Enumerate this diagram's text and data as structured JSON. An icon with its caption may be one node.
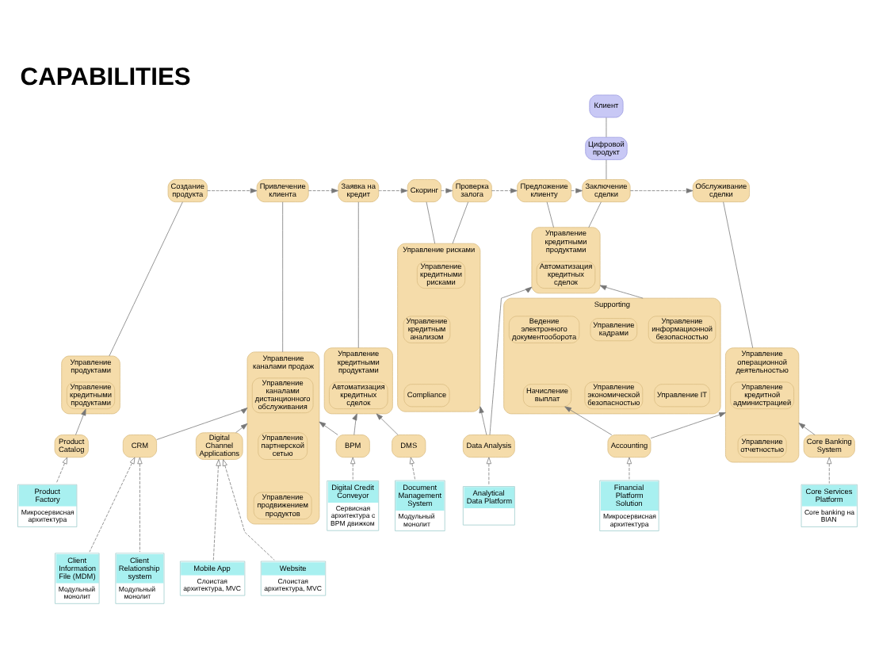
{
  "diagram": {
    "title": "CAPABILITIES",
    "nodes": [
      {
        "text": [
          "Клиент"
        ]
      },
      {
        "text": [
          "Цифровой продукт"
        ]
      },
      {
        "text": [
          "Создание продукта"
        ]
      },
      {
        "text": [
          "Привлечение клиента"
        ]
      },
      {
        "text": [
          "Заявка на кредит"
        ]
      },
      {
        "text": [
          "Скоринг"
        ]
      },
      {
        "text": [
          "Проверка залога"
        ]
      },
      {
        "text": [
          "Предложение клиенту"
        ]
      },
      {
        "text": [
          "Заключение сделки"
        ]
      },
      {
        "text": [
          "Обслуживание сделки"
        ]
      },
      {
        "text": [
          "Управление продуктами"
        ]
      },
      {
        "text": [
          "Управление кредитными продуктами"
        ],
        "in": 10
      },
      {
        "text": [
          "Управление каналами продаж"
        ]
      },
      {
        "text": [
          "Управление каналами дистанционного обслуживания"
        ],
        "in": 12
      },
      {
        "text": [
          "Управление партнерской сетью"
        ],
        "in": 12
      },
      {
        "text": [
          "Управление продвижением продуктов"
        ],
        "in": 12
      },
      {
        "text": [
          "Управление кредитными продуктами"
        ]
      },
      {
        "text": [
          "Автоматизация кредитных сделок"
        ],
        "in": 16
      },
      {
        "text": [
          "Управление рисками"
        ]
      },
      {
        "text": [
          "Управление кредитными рисками"
        ],
        "in": 18
      },
      {
        "text": [
          "Управление кредитным анализом"
        ],
        "in": 18
      },
      {
        "text": [
          "Compliance"
        ],
        "in": 18
      },
      {
        "text": [
          "Управление кредитными продуктами"
        ]
      },
      {
        "text": [
          "Автоматизация кредитных сделок"
        ],
        "in": 22
      },
      {
        "text": [
          "Управление операционной деятельностью"
        ]
      },
      {
        "text": [
          "Управление кредитной администрацией"
        ],
        "in": 24
      },
      {
        "text": [
          "Управление отчетностью"
        ],
        "in": 24
      },
      {
        "text": [
          "Supporting"
        ]
      },
      {
        "text": [
          "Управление информационной безопасностью"
        ],
        "in": 27
      },
      {
        "text": [
          "Управление кадрами"
        ],
        "in": 27
      },
      {
        "text": [
          "Ведение электронного документооборота"
        ],
        "in": 27
      },
      {
        "text": [
          "Управление IT"
        ],
        "in": 27
      },
      {
        "text": [
          "Управление экономической безопасностью"
        ],
        "in": 27
      },
      {
        "text": [
          "Начисление выплат"
        ],
        "in": 27
      },
      {
        "text": [
          "Product Catalog"
        ]
      },
      {
        "text": [
          "CRM"
        ]
      },
      {
        "text": [
          "DMS"
        ]
      },
      {
        "text": [
          "BPM"
        ]
      },
      {
        "text": [
          "Data Analysis"
        ]
      },
      {
        "text": [
          "Digital Channel Applications"
        ]
      },
      {
        "text": [
          "Accounting"
        ]
      },
      {
        "text": [
          "Core Banking System"
        ]
      },
      {
        "text": [
          "Product Factory",
          "Микросервисная архитектура"
        ]
      },
      {
        "text": [
          "Client Relationship system",
          "Модульный монолит"
        ]
      },
      {
        "text": [
          "Client Information File (MDM)",
          "Модульный монолит"
        ]
      },
      {
        "text": [
          "Document Management System",
          "Модульный монолит"
        ]
      },
      {
        "text": [
          "Digital Credit Conveyor",
          "Сервисная архитектура с BPM движком"
        ]
      },
      {
        "text": [
          "Analytical Data Platform"
        ]
      },
      {
        "text": [
          "Website",
          "Слоистая архитектура, MVC"
        ]
      },
      {
        "text": [
          "Mobile App",
          "Слоистая архитектура, MVC"
        ]
      },
      {
        "text": [
          "Financial Platform Solution",
          "Микросервисная архитектура"
        ]
      },
      {
        "text": [
          "Core Services Platform",
          "Core banking на BIAN"
        ]
      }
    ],
    "edges": [
      {
        "from": 0,
        "to": 1,
        "arrow": "none"
      },
      {
        "from": 1,
        "to": 8,
        "arrow": "none"
      },
      {
        "from": 2,
        "to": 3,
        "arrow": "to",
        "style": "dashed"
      },
      {
        "from": 3,
        "to": 4,
        "arrow": "to",
        "style": "dashed"
      },
      {
        "from": 4,
        "to": 5,
        "arrow": "to",
        "style": "dashed"
      },
      {
        "from": 5,
        "to": 6,
        "arrow": "to",
        "style": "dashed"
      },
      {
        "from": 6,
        "to": 7,
        "arrow": "to",
        "style": "dashed"
      },
      {
        "from": 7,
        "to": 8,
        "arrow": "to",
        "style": "dashed"
      },
      {
        "from": 8,
        "to": 9,
        "arrow": "to",
        "style": "dashed"
      },
      {
        "from": 2,
        "to": 10,
        "arrow": "none"
      },
      {
        "from": 3,
        "to": 12,
        "arrow": "none"
      },
      {
        "from": 4,
        "to": 16,
        "arrow": "none"
      },
      {
        "from": 5,
        "to": 18,
        "arrow": "none"
      },
      {
        "from": 6,
        "to": 18,
        "arrow": "none"
      },
      {
        "from": 7,
        "to": 22,
        "arrow": "none"
      },
      {
        "from": 8,
        "to": 22,
        "arrow": "none"
      },
      {
        "from": 9,
        "to": 24,
        "arrow": "none"
      },
      {
        "from": 34,
        "to": 11,
        "arrow": "to"
      },
      {
        "from": 35,
        "to": 12,
        "arrow": "to"
      },
      {
        "from": 36,
        "to": 16,
        "arrow": "to"
      },
      {
        "from": 37,
        "to": 12,
        "arrow": "to"
      },
      {
        "from": 37,
        "to": 16,
        "arrow": "to"
      },
      {
        "from": 38,
        "to": 18,
        "arrow": "to"
      },
      {
        "from": 38,
        "to": 22,
        "arrow": "to"
      },
      {
        "from": 39,
        "to": 12,
        "arrow": "to"
      },
      {
        "from": 40,
        "to": 33,
        "arrow": "to"
      },
      {
        "from": 40,
        "to": 24,
        "arrow": "to"
      },
      {
        "from": 41,
        "to": 24,
        "arrow": "to"
      },
      {
        "from": 27,
        "to": 22,
        "arrow": "to"
      },
      {
        "from": 42,
        "to": 34,
        "arrow": "to",
        "style": "dashed"
      },
      {
        "from": 43,
        "to": 35,
        "arrow": "to",
        "style": "dashed"
      },
      {
        "from": 44,
        "to": 35,
        "arrow": "to",
        "style": "dashed"
      },
      {
        "from": 45,
        "to": 36,
        "arrow": "to",
        "style": "dashed"
      },
      {
        "from": 46,
        "to": 37,
        "arrow": "to",
        "style": "dashed"
      },
      {
        "from": 47,
        "to": 38,
        "arrow": "to",
        "style": "dashed"
      },
      {
        "from": 48,
        "to": 39,
        "arrow": "to",
        "style": "dashed"
      },
      {
        "from": 49,
        "to": 39,
        "arrow": "to",
        "style": "dashed"
      },
      {
        "from": 50,
        "to": 40,
        "arrow": "to",
        "style": "dashed"
      },
      {
        "from": 51,
        "to": 41,
        "arrow": "to",
        "style": "dashed"
      }
    ]
  }
}
